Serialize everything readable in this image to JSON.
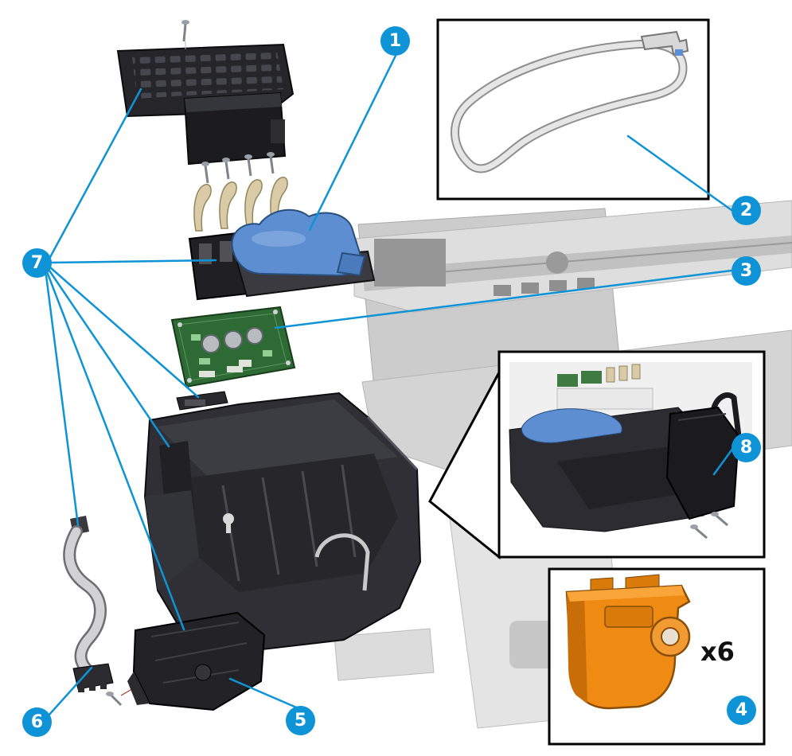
{
  "diagram": {
    "type": "exploded-view",
    "callouts": [
      {
        "id": 1,
        "label": "1"
      },
      {
        "id": 2,
        "label": "2"
      },
      {
        "id": 3,
        "label": "3"
      },
      {
        "id": 4,
        "label": "4"
      },
      {
        "id": 5,
        "label": "5"
      },
      {
        "id": 6,
        "label": "6"
      },
      {
        "id": 7,
        "label": "7"
      },
      {
        "id": 8,
        "label": "8"
      }
    ],
    "insets": {
      "orange": {
        "quantity": "x6"
      }
    },
    "colors": {
      "accent_blue": "#0e93d6",
      "part_blue": "#5d8ed2",
      "part_green": "#2e6b34",
      "part_orange": "#ef8a12",
      "part_dark": "#2b2b30",
      "latch_beige": "#d9cba6"
    }
  }
}
